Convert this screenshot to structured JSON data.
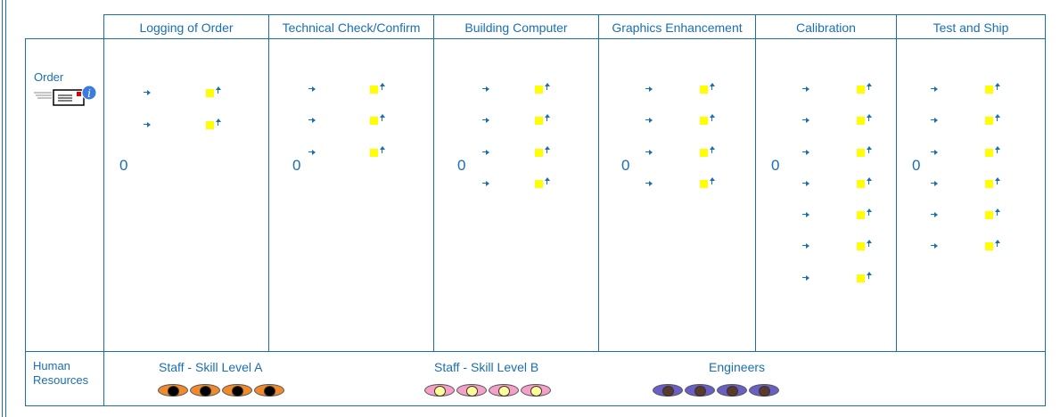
{
  "processes": [
    {
      "name": "Logging of Order",
      "count": "0"
    },
    {
      "name": "Technical Check/Confirm",
      "count": "0"
    },
    {
      "name": "Building Computer",
      "count": "0"
    },
    {
      "name": "Graphics Enhancement",
      "count": "0"
    },
    {
      "name": "Calibration",
      "count": "0"
    },
    {
      "name": "Test and Ship",
      "count": "0"
    }
  ],
  "rows": {
    "order_label": "Order",
    "resources_label": "Human Resources"
  },
  "resources": [
    {
      "name": "Staff - Skill Level A",
      "count": 4,
      "outer": "#f08a2c",
      "inner": "#000000"
    },
    {
      "name": "Staff - Skill Level B",
      "count": 4,
      "outer": "#f4a0c8",
      "inner": "#ffff99"
    },
    {
      "name": "Engineers",
      "count": 4,
      "outer": "#6a5fc4",
      "inner": "#5a3a2a"
    }
  ],
  "icons": {
    "order": "envelope-info-icon",
    "flow_in": "arrow-right-icon",
    "queue": "yellow-square-icon",
    "flow_out": "arrow-up-icon",
    "resource": "eye-oval-icon"
  },
  "colors": {
    "line": "#1a6fa8",
    "text": "#1a6fb3",
    "queue": "#ffff00"
  }
}
